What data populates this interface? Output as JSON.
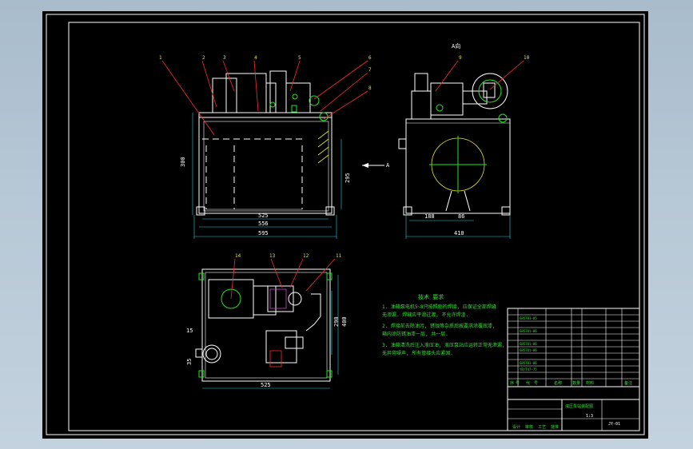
{
  "drawing": {
    "view_label_A": "A向",
    "arrow_label": "A",
    "callouts": [
      "1",
      "2",
      "3",
      "4",
      "5",
      "6",
      "7",
      "8",
      "9",
      "10",
      "11",
      "12",
      "13",
      "14"
    ],
    "dims": {
      "front_height": "300",
      "front_side": "295",
      "front_w1": "525",
      "front_w2": "556",
      "front_w3": "595",
      "side_d1": "188",
      "side_d2": "86",
      "side_w": "410",
      "top_w": "525",
      "top_h1": "400",
      "top_h2": "290",
      "top_small1": "15",
      "top_small2": "35"
    },
    "notes": {
      "title": "技术 要求",
      "lines": [
        "1. 油箱泵电机5~8只按照刚的焊接, 应保证全部焊缝",
        "   无渗漏. 焊缝应平滑过渡, 不允许焊渣.",
        "2. 焊接前去除油污, 锈蚀等杂质后按要求涂覆底漆,",
        "   箱内涂防锈油漆一层, 共一层.",
        "3. 油箱清洗后注入液压油, 液压泵站应运转正常无泄漏,",
        "   无异常噪声, 所有管接头应紧固."
      ]
    },
    "title_block": {
      "part_codes": [
        "GB5783-85",
        "GB5781-86",
        "GB5781-86",
        "GB5781-86",
        "GB5783-86",
        "YB/T47-75"
      ],
      "header_labels": [
        "序",
        "号",
        "代",
        "号",
        "名称",
        "数量",
        "材料",
        "备注"
      ],
      "drawing_name": "液压泵站装配图",
      "drawing_no": "JY-01",
      "scale": "1:3",
      "footer_labels": [
        "设计",
        "审核",
        "工艺",
        "批准"
      ]
    }
  }
}
